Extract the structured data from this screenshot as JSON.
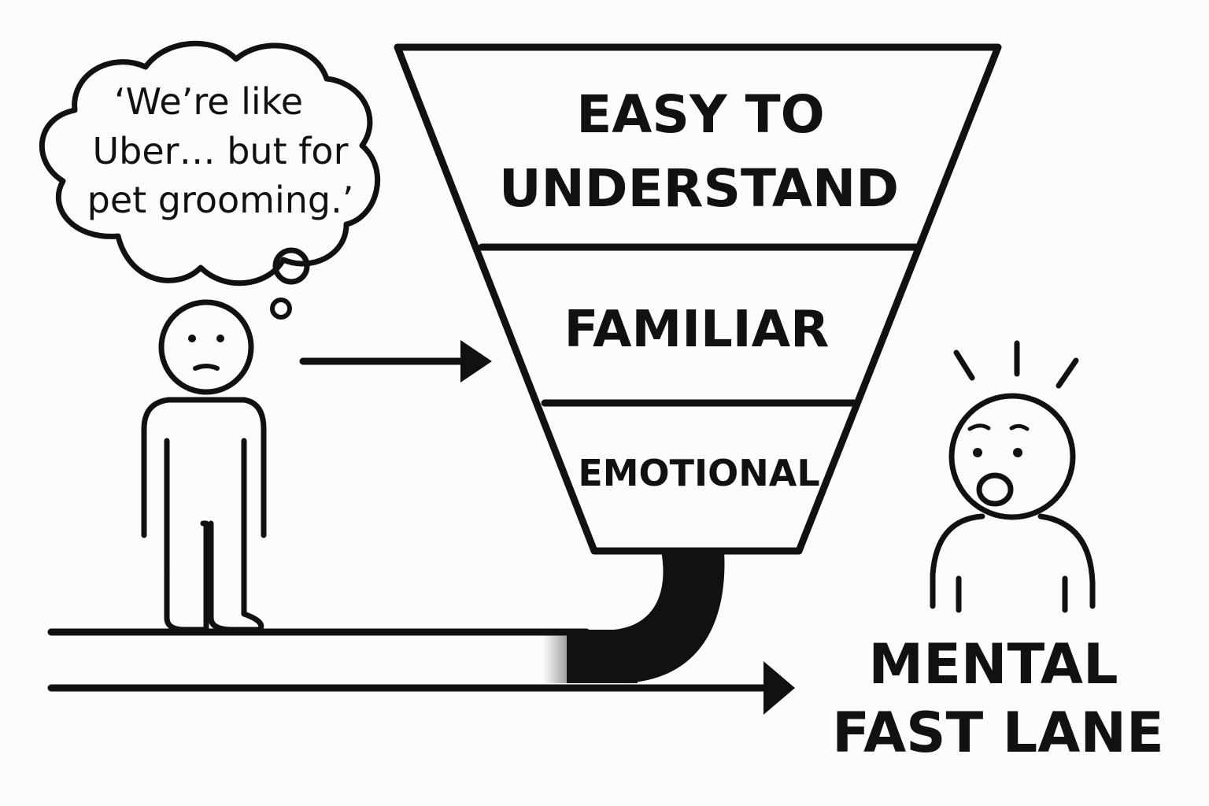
{
  "thought_bubble": {
    "lines": [
      "‘We’re like",
      "Uber… but for",
      "pet grooming.’"
    ]
  },
  "funnel": {
    "tiers": [
      {
        "lines": [
          "EASY TO",
          "UNDERSTAND"
        ]
      },
      {
        "lines": [
          "FAMILIAR"
        ]
      },
      {
        "lines": [
          "EMOTIONAL"
        ]
      }
    ]
  },
  "outcome": {
    "lines": [
      "MENTAL",
      "FAST LANE"
    ]
  },
  "ink_color": "#111111",
  "background_color": "#fcfcfa"
}
